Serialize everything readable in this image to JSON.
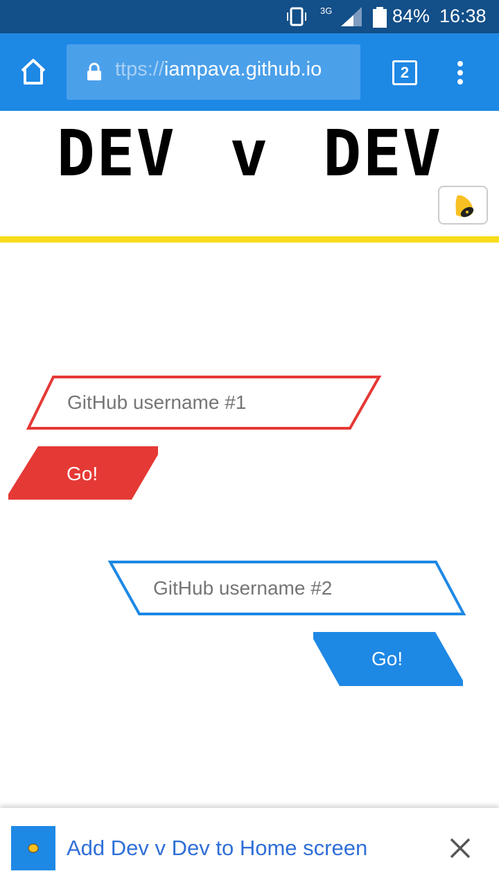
{
  "status_bar": {
    "network": "3G",
    "battery": "84%",
    "time": "16:38",
    "icons": [
      "vibrate-icon",
      "signal-icon",
      "battery-icon"
    ]
  },
  "browser": {
    "url_prefix": "ttps://",
    "url_host": "iampava.github.io",
    "tab_count": "2",
    "icons": [
      "home-icon",
      "lock-icon",
      "menu-icon"
    ]
  },
  "page": {
    "title": "DEV v DEV",
    "sound_icon": "bell-icon",
    "player1": {
      "placeholder": "GitHub username #1",
      "go": "Go!",
      "color": "#e53935"
    },
    "player2": {
      "placeholder": "GitHub username #2",
      "go": "Go!",
      "color": "#1e88e5"
    },
    "accent": "#f7dc1b"
  },
  "banner": {
    "text": "Add Dev v Dev to Home screen",
    "icon": "fist-icon"
  }
}
